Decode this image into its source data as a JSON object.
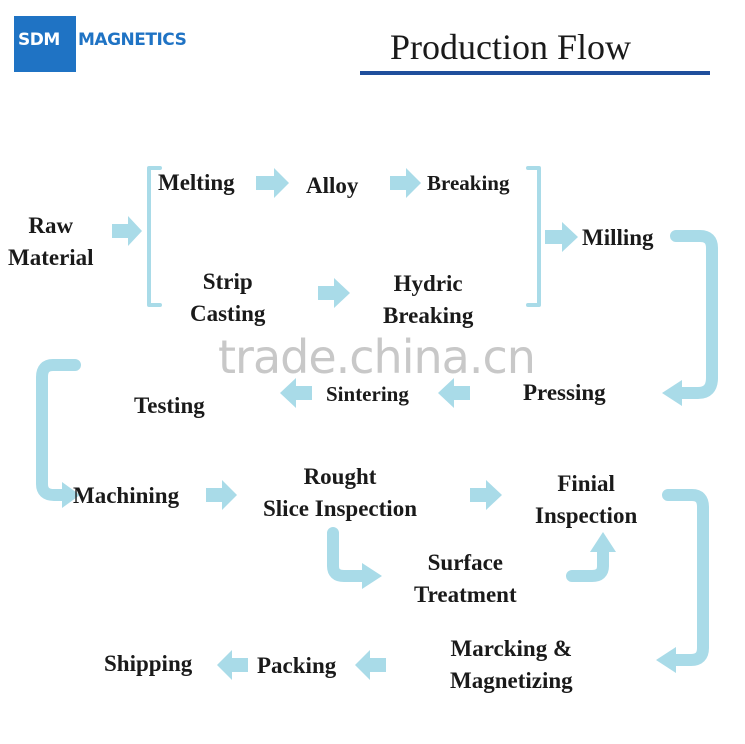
{
  "logo": {
    "sdm": "SDM",
    "magnetics": "MAGNETICS"
  },
  "title": "Production Flow",
  "watermark": "trade.china.cn",
  "colors": {
    "arrow": "#a9dbe8",
    "brand": "#1f73c4",
    "rule": "#1f4f9c"
  },
  "steps": {
    "raw_material": "Raw\nMaterial",
    "melting": "Melting",
    "alloy": "Alloy",
    "breaking": "Breaking",
    "strip_casting": "Strip\nCasting",
    "hydric_breaking": "Hydric\nBreaking",
    "milling": "Milling",
    "pressing": "Pressing",
    "sintering": "Sintering",
    "testing": "Testing",
    "machining": "Machining",
    "rought_slice_inspection": "Rought\nSlice Inspection",
    "finial_inspection": "Finial\nInspection",
    "surface_treatment": "Surface\nTreatment",
    "marcking_magnetizing": "Marcking &\nMagnetizing",
    "packing": "Packing",
    "shipping": "Shipping"
  }
}
